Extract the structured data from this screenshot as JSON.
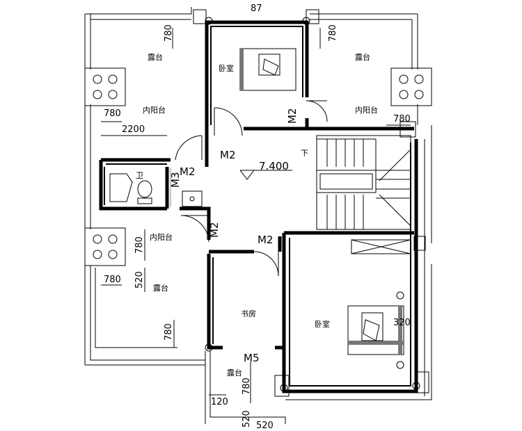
{
  "rooms": {
    "terrace_tl": "露台",
    "bedroom_top": "卧室",
    "terrace_tr": "露台",
    "inner_balcony_l": "内阳台",
    "inner_balcony_r": "内阳台",
    "bathroom": "卫",
    "inner_balcony_lm": "内阳台",
    "terrace_bl": "露台",
    "study": "书房",
    "bedroom_main": "卧室",
    "terrace_bottom": "露台",
    "stair_down": "下"
  },
  "doors": {
    "m2_top": "M2",
    "m2_left": "M2",
    "m2_bath": "M2",
    "m3_bath": "M3",
    "m2_hall": "M2",
    "m2_study": "M2",
    "m5": "M5"
  },
  "level": "7.400",
  "dims": {
    "d780_tl": "780",
    "d780_tr": "780",
    "d780_l": "780",
    "d2200": "2200",
    "d780_r": "780",
    "d780_lm": "780",
    "d520_l": "520",
    "d780_bl": "780",
    "d780_bottom_l": "780",
    "d320": "320",
    "d780_b": "780",
    "d120": "120",
    "d520_b": "520",
    "d520_b2": "520",
    "d_top_cut": "87"
  }
}
